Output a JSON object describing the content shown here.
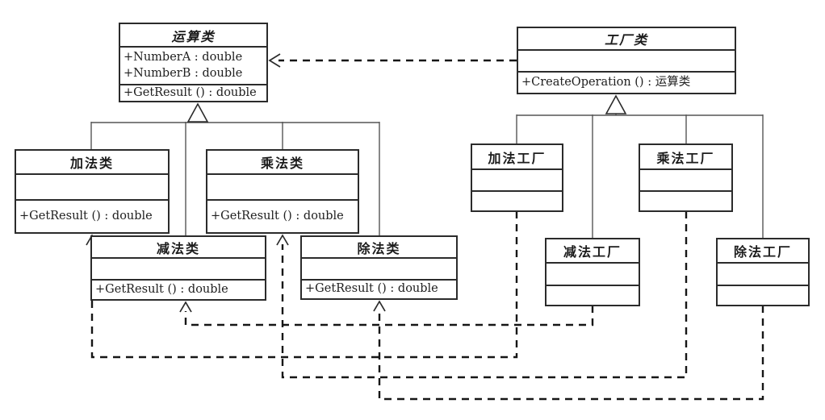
{
  "colors": {
    "background": "#ffffff",
    "box_border": "#2b2b2b",
    "solid_line": "#555555",
    "dashed_line": "#161616"
  },
  "classes": {
    "operation": {
      "title": "运算类",
      "attributes": [
        "+NumberA : double",
        "+NumberB : double"
      ],
      "methods": [
        "+GetResult () : double"
      ]
    },
    "factory": {
      "title": "工厂类",
      "attributes": [],
      "methods": [
        "+CreateOperation () : 运算类"
      ]
    },
    "add": {
      "title": "加法类",
      "attributes": [],
      "methods": [
        "+GetResult () : double"
      ]
    },
    "multiply": {
      "title": "乘法类",
      "attributes": [],
      "methods": [
        "+GetResult () : double"
      ]
    },
    "subtract": {
      "title": "减法类",
      "attributes": [],
      "methods": [
        "+GetResult () : double"
      ]
    },
    "divide": {
      "title": "除法类",
      "attributes": [],
      "methods": [
        "+GetResult () : double"
      ]
    },
    "add_factory": {
      "title": "加法工厂",
      "attributes": [],
      "methods": []
    },
    "multiply_factory": {
      "title": "乘法工厂",
      "attributes": [],
      "methods": []
    },
    "subtract_factory": {
      "title": "减法工厂",
      "attributes": [],
      "methods": []
    },
    "divide_factory": {
      "title": "除法工厂",
      "attributes": [],
      "methods": []
    }
  },
  "relations": [
    {
      "type": "generalization",
      "from": "加法类",
      "to": "运算类"
    },
    {
      "type": "generalization",
      "from": "减法类",
      "to": "运算类"
    },
    {
      "type": "generalization",
      "from": "乘法类",
      "to": "运算类"
    },
    {
      "type": "generalization",
      "from": "除法类",
      "to": "运算类"
    },
    {
      "type": "generalization",
      "from": "加法工厂",
      "to": "工厂类"
    },
    {
      "type": "generalization",
      "from": "减法工厂",
      "to": "工厂类"
    },
    {
      "type": "generalization",
      "from": "乘法工厂",
      "to": "工厂类"
    },
    {
      "type": "generalization",
      "from": "除法工厂",
      "to": "工厂类"
    },
    {
      "type": "dependency",
      "from": "工厂类",
      "to": "运算类"
    },
    {
      "type": "dependency",
      "from": "加法工厂",
      "to": "加法类"
    },
    {
      "type": "dependency",
      "from": "乘法工厂",
      "to": "乘法类"
    },
    {
      "type": "dependency",
      "from": "减法工厂",
      "to": "减法类"
    },
    {
      "type": "dependency",
      "from": "除法工厂",
      "to": "除法类"
    }
  ]
}
